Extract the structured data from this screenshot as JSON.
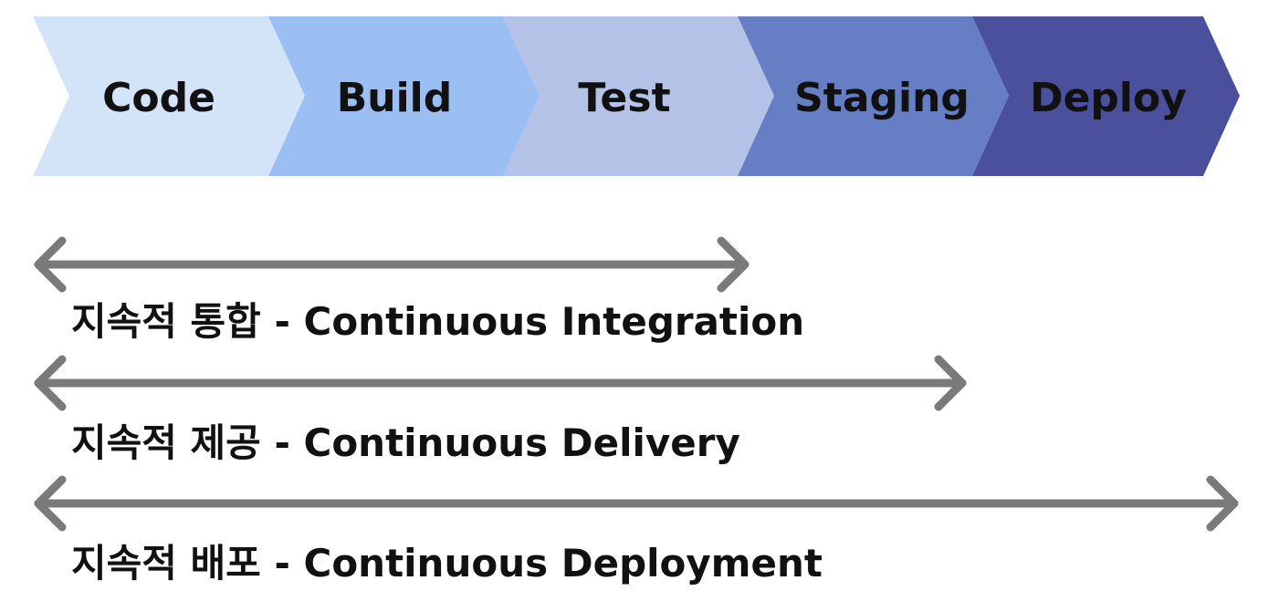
{
  "pipeline": {
    "stages": [
      {
        "label": "Code",
        "color": "#d3e4f8"
      },
      {
        "label": "Build",
        "color": "#9bbff2"
      },
      {
        "label": "Test",
        "color": "#b5c2e8"
      },
      {
        "label": "Staging",
        "color": "#667fc4"
      },
      {
        "label": "Deploy",
        "color": "#4a509c"
      }
    ]
  },
  "ranges": [
    {
      "label": "지속적 통합 - Continuous Integration",
      "spans_through_stage": 3
    },
    {
      "label": "지속적 제공 - Continuous Delivery",
      "spans_through_stage": 4
    },
    {
      "label": "지속적 배포 - Continuous Deployment",
      "spans_through_stage": 5
    }
  ],
  "colors": {
    "arrow": "#7a7a7a",
    "text": "#111111"
  }
}
